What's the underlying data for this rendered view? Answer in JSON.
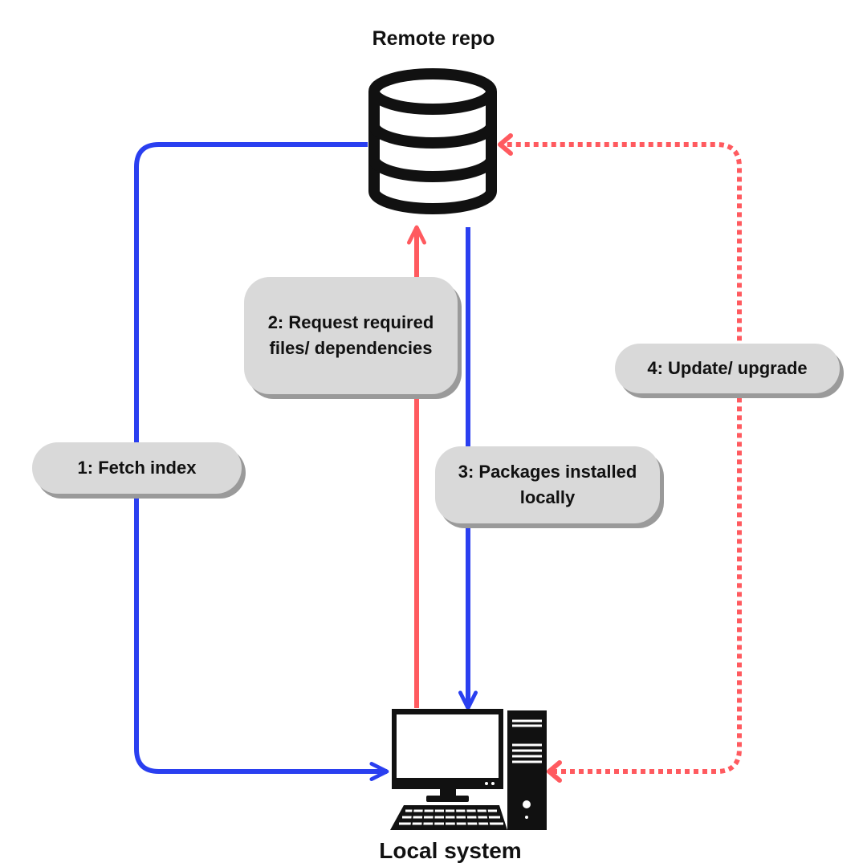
{
  "nodes": {
    "remote": {
      "label": "Remote repo",
      "icon": "database-icon"
    },
    "local": {
      "label": "Local system",
      "icon": "desktop-computer-icon"
    }
  },
  "steps": [
    {
      "label": "1: Fetch index",
      "direction": "remote-to-local",
      "style": "solid",
      "color": "#2a3ff0"
    },
    {
      "label": "2: Request required files/ dependencies",
      "direction": "local-to-remote",
      "style": "solid",
      "color": "#ff5a5f"
    },
    {
      "label": "3: Packages installed locally",
      "direction": "remote-to-local",
      "style": "solid",
      "color": "#2a3ff0"
    },
    {
      "label": "4: Update/ upgrade",
      "direction": "bidirectional",
      "style": "dotted",
      "color": "#ff5a5f"
    }
  ],
  "colors": {
    "blue": "#2a3ff0",
    "red": "#ff5a5f",
    "pill": "#d9d9d9",
    "icon": "#111111"
  }
}
